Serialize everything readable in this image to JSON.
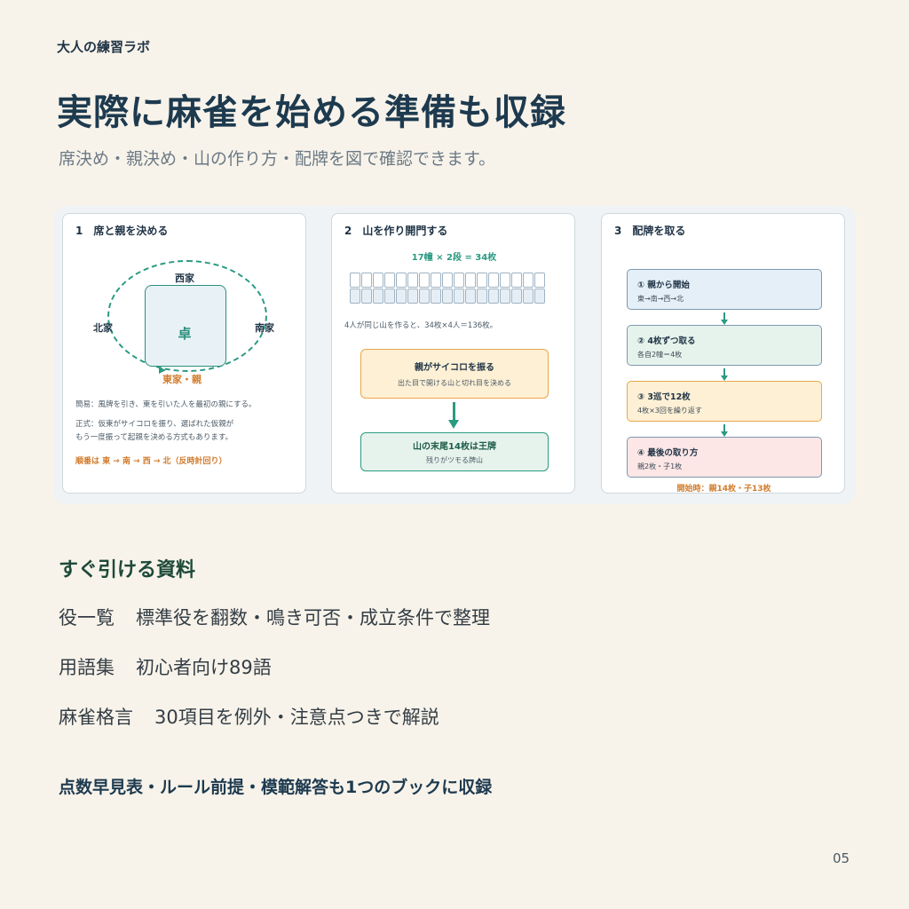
{
  "header": {
    "brand": "大人の練習ラボ",
    "title": "実際に麻雀を始める準備も収録",
    "subtitle": "席決め・親決め・山の作り方・配牌を図で確認できます。"
  },
  "panels": [
    {
      "number": "1",
      "title": "席と親を決める",
      "table_label": "卓",
      "seats": {
        "west": "西家",
        "north": "北家",
        "south": "南家",
        "east": "東家・親"
      },
      "easy": "簡易：風牌を引き、東を引いた人を最初の親にする。",
      "formal_1": "正式：仮東がサイコロを振り、選ばれた仮親が",
      "formal_2": "もう一度振って起親を決める方式もあります。",
      "order": "順番は 東 → 南 → 西 → 北（反時計回り）"
    },
    {
      "number": "2",
      "title": "山を作り開門する",
      "formula": "17幢 × 2段 = 34枚",
      "tiles_per_row": 17,
      "rows": 2,
      "note": "4人が同じ山を作ると、34枚×4人＝136枚。",
      "dice_title": "親がサイコロを振る",
      "dice_sub": "出た目で開ける山と切れ目を決める",
      "king_title": "山の末尾14枚は王牌",
      "king_sub": "残りがツモる牌山"
    },
    {
      "number": "3",
      "title": "配牌を取る",
      "steps": [
        {
          "title": "① 親から開始",
          "sub": "東→南→西→北"
        },
        {
          "title": "② 4枚ずつ取る",
          "sub": "各自2幢＝4枚"
        },
        {
          "title": "③ 3巡で12枚",
          "sub": "4枚×3回を繰り返す"
        },
        {
          "title": "④ 最後の取り方",
          "sub": "親2枚・子1枚"
        }
      ],
      "note": "開始時：親14枚・子13枚"
    }
  ],
  "section": {
    "title": "すぐ引ける資料",
    "items": [
      {
        "label": "役一覧",
        "desc": "標準役を翻数・鳴き可否・成立条件で整理"
      },
      {
        "label": "用語集",
        "desc": "初心者向け89語"
      },
      {
        "label": "麻雀格言",
        "desc": "30項目を例外・注意点つきで解説"
      }
    ],
    "footer": "点数早見表・ルール前提・模範解答も1つのブックに収録"
  },
  "page_number": "05",
  "colors": {
    "accent_green": "#2a9a82",
    "accent_orange": "#d27b2c",
    "background": "#f8f3ea"
  }
}
